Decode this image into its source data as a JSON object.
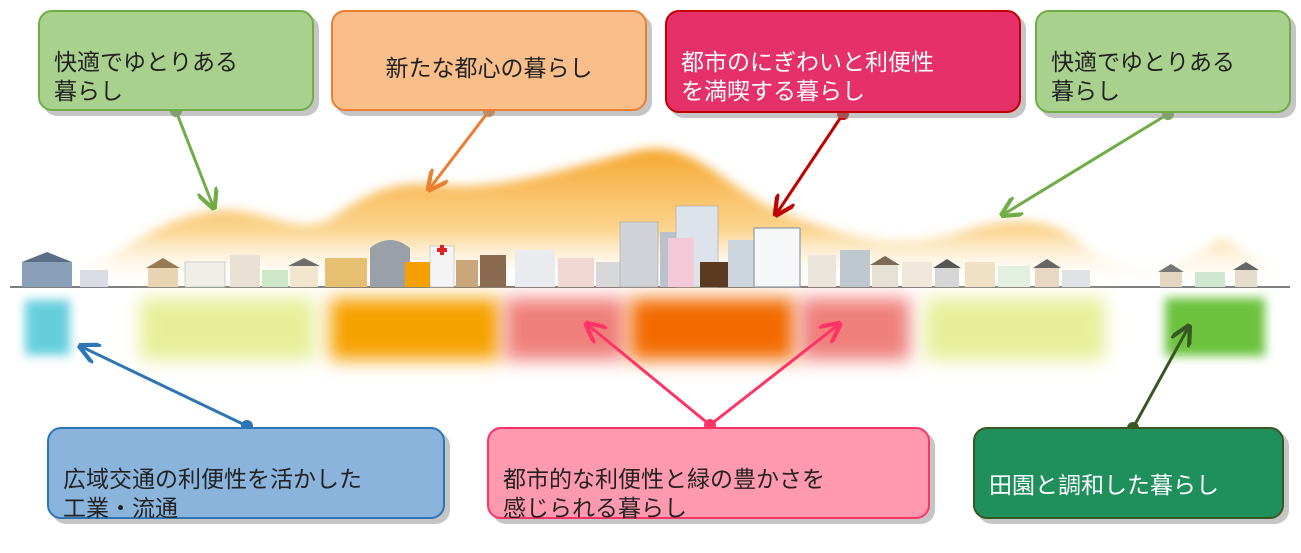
{
  "boxes_top": [
    {
      "id": "comfortable-left",
      "text": "快適でゆとりある\n暮らし",
      "fill": "#a9d18e",
      "border": "#70ad47",
      "text_color": "#222222"
    },
    {
      "id": "new-center",
      "text": "新たな都心の暮らし",
      "fill": "#f8bf8b",
      "border": "#ed7d31",
      "text_color": "#222222"
    },
    {
      "id": "urban-vibrancy",
      "text": "都市のにぎわいと利便性\nを満喫する暮らし",
      "fill": "#e5306a",
      "border": "#c00000",
      "text_color": "#ffffff"
    },
    {
      "id": "comfortable-right",
      "text": "快適でゆとりある\n暮らし",
      "fill": "#a9d18e",
      "border": "#70ad47",
      "text_color": "#222222"
    }
  ],
  "boxes_bottom": [
    {
      "id": "industry",
      "text": "広域交通の利便性を活かした\n工業・流通",
      "fill": "#8ab4dc",
      "border": "#2e75b6",
      "text_color": "#222222"
    },
    {
      "id": "urban-green",
      "text": "都市的な利便性と緑の豊かさを\n感じられる暮らし",
      "fill": "#ff99b0",
      "border": "#ff3366",
      "text_color": "#222222"
    },
    {
      "id": "rural-harmony",
      "text": "田園と調和した暮らし",
      "fill": "#1f8f5c",
      "border": "#385723",
      "text_color": "#ffffff"
    }
  ],
  "zones": [
    {
      "id": "industrial-zone",
      "color": "#4bc6d8"
    },
    {
      "id": "residential-zone-left",
      "color": "#e6ef98"
    },
    {
      "id": "new-center-zone",
      "color": "#f5a100"
    },
    {
      "id": "mixed-zone-left",
      "color": "#ef7f7a"
    },
    {
      "id": "downtown-zone",
      "color": "#f26b00"
    },
    {
      "id": "mixed-zone-right",
      "color": "#ef7f7a"
    },
    {
      "id": "residential-zone-right",
      "color": "#e6ef98"
    },
    {
      "id": "rural-zone",
      "color": "#6cc23c"
    }
  ],
  "arrow_colors": {
    "green": "#70ad47",
    "orange": "#ed7d31",
    "darkred": "#c00000",
    "blue": "#2e75b6",
    "pink": "#ff3366",
    "darkgreen": "#385723"
  }
}
